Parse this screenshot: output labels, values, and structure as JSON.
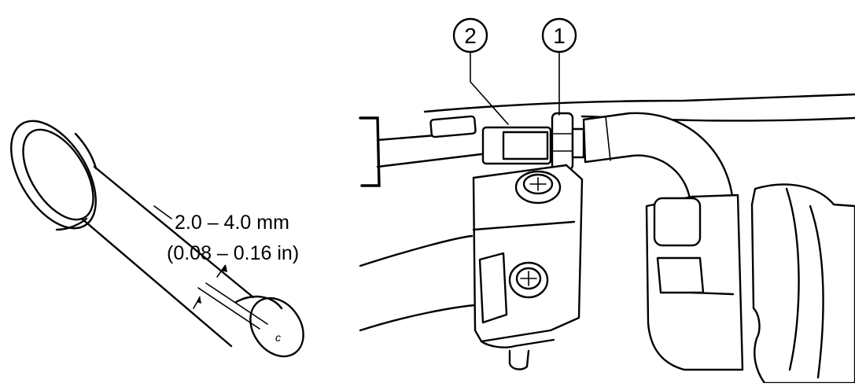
{
  "left_figure": {
    "dimension_mm": "2.0 – 4.0 mm",
    "dimension_in": "(0.08 – 0.16 in)",
    "tip_mark": "c"
  },
  "right_figure": {
    "callout_1": "1",
    "callout_2": "2"
  }
}
